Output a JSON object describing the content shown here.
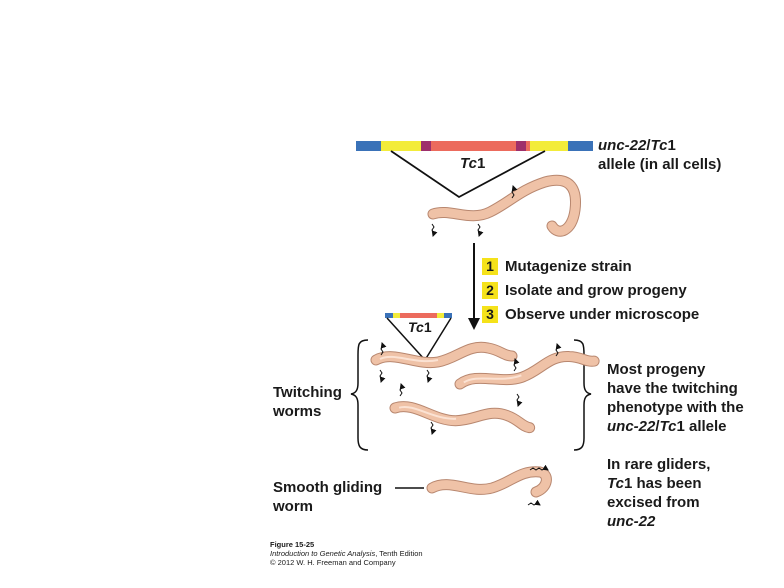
{
  "top_gene": {
    "label_line1_a": "unc-22",
    "label_line1_sep": "/",
    "label_line1_b": "Tc",
    "label_line1_c": "1",
    "label_line2": "allele (in all cells)",
    "insert_label_a": "Tc",
    "insert_label_b": "1"
  },
  "steps": [
    {
      "num": "1",
      "label": "Mutagenize strain"
    },
    {
      "num": "2",
      "label": "Isolate and grow progeny"
    },
    {
      "num": "3",
      "label": "Observe under microscope"
    }
  ],
  "progeny_insert": {
    "label_a": "Tc",
    "label_b": "1"
  },
  "twitching": {
    "line1": "Twitching",
    "line2": "worms"
  },
  "most_progeny": {
    "line1": "Most progeny",
    "line2": "have the twitching",
    "line3": "phenotype with the",
    "line4_a": "unc-22",
    "line4_sep": "/",
    "line4_b": "Tc",
    "line4_c": "1 allele"
  },
  "smooth": {
    "line1": "Smooth gliding",
    "line2": "worm"
  },
  "rare": {
    "line1": "In rare gliders,",
    "line2_a": "Tc",
    "line2_b": "1 has been",
    "line3": "excised from",
    "line4": "unc-22"
  },
  "caption": {
    "figure": "Figure 15-25",
    "book_a": "Introduction to Genetic Analysis",
    "book_b": ", Tenth Edition",
    "copyright": "© 2012 W. H. Freeman and Company"
  },
  "colors": {
    "dna_blue": "#3a72b8",
    "dna_yellow": "#f3ec3a",
    "tc1_red": "#ec6b5d",
    "tc1_purple": "#9e2f6b",
    "worm_fill": "#efc2a7",
    "worm_edge": "#b8876f",
    "step_box": "#f5e21a"
  }
}
